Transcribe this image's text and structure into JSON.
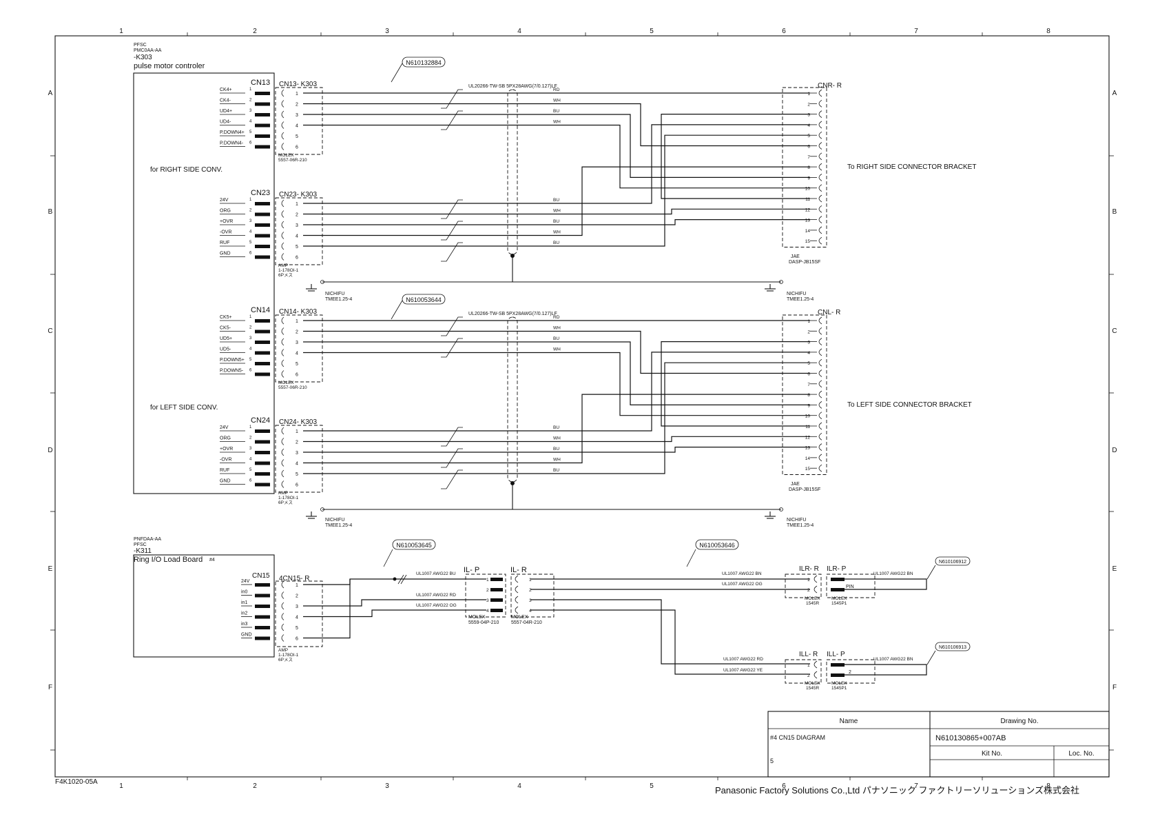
{
  "sheet": {
    "col_labels": [
      "1",
      "2",
      "3",
      "4",
      "5",
      "6",
      "7",
      "8"
    ],
    "row_labels": [
      "A",
      "B",
      "C",
      "D",
      "E",
      "F"
    ],
    "form_id": "F4K1020-05A",
    "company": "Panasonic Factory Solutions Co.,Ltd パナソニック ファクトリーソリューションズ株式会社"
  },
  "title_block": {
    "name_header": "Name",
    "drawing_header": "Drawing No.",
    "name_value": "#4 CN15 DIAGRAM",
    "drawing_value": "N610130865+007AB",
    "kit_header": "Kit No.",
    "loc_header": "Loc. No.",
    "sheet_no": "5"
  },
  "pmc": {
    "line1": "PFSC",
    "line2": "PMC0AA-AA",
    "line3": "-K303",
    "title": "pulse motor controler",
    "right_label": "for RIGHT SIDE CONV.",
    "left_label": "for LEFT SIDE CONV."
  },
  "ring": {
    "line1": "PNFDAA-AA",
    "line2": "PFSC",
    "line3": "-K311",
    "title": "Ring I/O Load Board",
    "mark": "#4"
  },
  "groups": [
    {
      "cn": "CN13",
      "conn": "CN13- K303",
      "foot": [
        "MOLEX",
        "5557-06R-210"
      ],
      "signals": [
        "CK4+",
        "CK4-",
        "UD4+",
        "UD4-",
        "P.DOWN4+",
        "P.DOWN4-"
      ],
      "pins": [
        "1",
        "2",
        "3",
        "4",
        "5",
        "6"
      ],
      "colors": [
        "RD",
        "WH",
        "BU",
        "WH"
      ]
    },
    {
      "cn": "CN23",
      "conn": "CN23- K303",
      "foot": [
        "AMP",
        "1-178OI-1",
        "6Pメス"
      ],
      "signals": [
        "24V",
        "ORG",
        "+OVR",
        "-OVR",
        "RUF",
        "GND"
      ],
      "pins": [
        "1",
        "2",
        "3",
        "4",
        "5",
        "6"
      ],
      "colors": [
        "BU",
        "WH",
        "BU",
        "WH",
        "BU"
      ]
    },
    {
      "cn": "CN14",
      "conn": "CN14- K303",
      "foot": [
        "MOLEX",
        "5557-06R-210"
      ],
      "signals": [
        "CK5+",
        "CK5-",
        "UD5+",
        "UD5-",
        "P.DOWN5+",
        "P.DOWN5-"
      ],
      "pins": [
        "1",
        "2",
        "3",
        "4",
        "5",
        "6"
      ],
      "colors": [
        "RD",
        "WH",
        "BU",
        "WH"
      ]
    },
    {
      "cn": "CN24",
      "conn": "CN24- K303",
      "foot": [
        "AMP",
        "1-178OI-1",
        "6Pメス"
      ],
      "signals": [
        "24V",
        "ORG",
        "+OVR",
        "-OVR",
        "RUF",
        "GND"
      ],
      "pins": [
        "1",
        "2",
        "3",
        "4",
        "5",
        "6"
      ],
      "colors": [
        "BU",
        "WH",
        "BU",
        "WH",
        "BU"
      ]
    }
  ],
  "harness": {
    "tag_right": "N610132884",
    "tag_left": "N610053644",
    "cable": "UL20266-TW-SB 5PX28AWG(7/0.127)LF",
    "cnr": "CNR- R",
    "cnl": "CNL- R",
    "jae": [
      "JAE",
      "DASP-JB15SF"
    ],
    "pins15": [
      "1",
      "2",
      "3",
      "4",
      "5",
      "6",
      "7",
      "8",
      "9",
      "10",
      "11",
      "12",
      "13",
      "14",
      "15"
    ],
    "dest_right": "To RIGHT SIDE CONNECTOR BRACKET",
    "dest_left": "To LEFT SIDE CONNECTOR BRACKET",
    "ground": [
      "NICHIFU",
      "TMEE1.25-4"
    ]
  },
  "cn15": {
    "cn": "CN15",
    "conn": "4CN15- R",
    "signals": [
      "24V",
      "in0",
      "in1",
      "in2",
      "in3",
      "GND"
    ],
    "pins": [
      "1",
      "2",
      "3",
      "4",
      "5",
      "6"
    ],
    "foot": [
      "AMP",
      "1-178OI-1",
      "6Pメス"
    ],
    "tag1": "N610053645",
    "tag2": "N610053646",
    "tag3": "N610106912",
    "tag4": "N610106913",
    "ilp": "IL- P",
    "ilr": "IL- R",
    "ilp_foot": [
      "MOLEX",
      "5559-04P-210"
    ],
    "ilr_foot": [
      "MOLEX",
      "5557-04R-210"
    ],
    "pins4": [
      "1",
      "2",
      "3",
      "4"
    ],
    "w1": "UL1007  AWG22  BU",
    "w2": "UL1007  AWG22  RD",
    "w3": "UL1007  AWG22  OG",
    "w4": "UL1007  AWG22  BN",
    "w5": "UL1007  AWG22  OG",
    "w6": "UL1007  AWG22  RD",
    "w7": "UL1007  AWG22  YE",
    "w8": "UL1007  AWG22  BN",
    "w9": "UL1007  AWG22  BN",
    "ilr_r": "ILR- R",
    "ilr_p": "ILR- P",
    "ill_r": "ILL- R",
    "ill_p": "ILL- P",
    "molex_r": [
      "MOLEX",
      "1545R"
    ],
    "molex_p": [
      "MOLEX",
      "1545P1"
    ],
    "molex_p2": [
      "MOLEX",
      "1545P1"
    ],
    "pin_label": "PIN",
    "pins2": [
      "1",
      "2"
    ]
  }
}
